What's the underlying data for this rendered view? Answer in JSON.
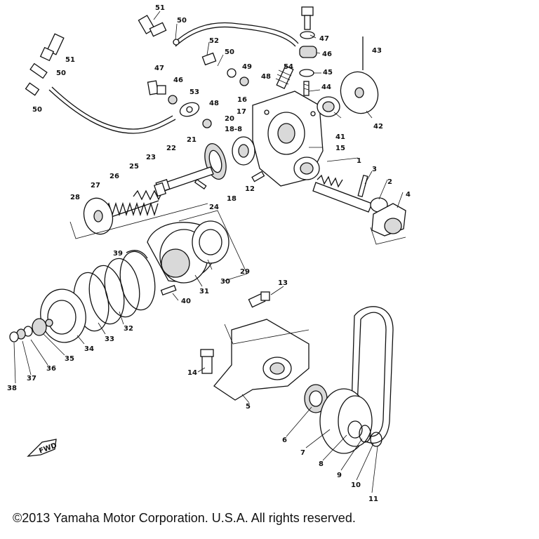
{
  "diagram": {
    "callouts": [
      {
        "id": "51a",
        "text": "51"
      },
      {
        "id": "50a",
        "text": "50"
      },
      {
        "id": "52",
        "text": "52"
      },
      {
        "id": "50b",
        "text": "50"
      },
      {
        "id": "47a",
        "text": "47"
      },
      {
        "id": "46a",
        "text": "46"
      },
      {
        "id": "43",
        "text": "43"
      },
      {
        "id": "51b",
        "text": "51"
      },
      {
        "id": "50c",
        "text": "50"
      },
      {
        "id": "50d",
        "text": "50"
      },
      {
        "id": "49",
        "text": "49"
      },
      {
        "id": "48a",
        "text": "48"
      },
      {
        "id": "54",
        "text": "54"
      },
      {
        "id": "45",
        "text": "45"
      },
      {
        "id": "44",
        "text": "44"
      },
      {
        "id": "47b",
        "text": "47"
      },
      {
        "id": "46b",
        "text": "46"
      },
      {
        "id": "53",
        "text": "53"
      },
      {
        "id": "48b",
        "text": "48"
      },
      {
        "id": "16",
        "text": "16"
      },
      {
        "id": "17",
        "text": "17"
      },
      {
        "id": "20",
        "text": "20"
      },
      {
        "id": "18-19",
        "text": "18-8"
      },
      {
        "id": "41",
        "text": "41"
      },
      {
        "id": "42",
        "text": "42"
      },
      {
        "id": "15",
        "text": "15"
      },
      {
        "id": "21",
        "text": "21"
      },
      {
        "id": "22",
        "text": "22"
      },
      {
        "id": "1",
        "text": "1"
      },
      {
        "id": "23",
        "text": "23"
      },
      {
        "id": "3",
        "text": "3"
      },
      {
        "id": "25",
        "text": "25"
      },
      {
        "id": "2",
        "text": "2"
      },
      {
        "id": "26",
        "text": "26"
      },
      {
        "id": "12",
        "text": "12"
      },
      {
        "id": "18",
        "text": "18"
      },
      {
        "id": "4",
        "text": "4"
      },
      {
        "id": "27",
        "text": "27"
      },
      {
        "id": "28",
        "text": "28"
      },
      {
        "id": "24",
        "text": "24"
      },
      {
        "id": "39",
        "text": "39"
      },
      {
        "id": "29",
        "text": "29"
      },
      {
        "id": "30",
        "text": "30"
      },
      {
        "id": "31",
        "text": "31"
      },
      {
        "id": "13",
        "text": "13"
      },
      {
        "id": "40",
        "text": "40"
      },
      {
        "id": "32",
        "text": "32"
      },
      {
        "id": "33",
        "text": "33"
      },
      {
        "id": "34",
        "text": "34"
      },
      {
        "id": "35",
        "text": "35"
      },
      {
        "id": "36",
        "text": "36"
      },
      {
        "id": "37",
        "text": "37"
      },
      {
        "id": "38",
        "text": "38"
      },
      {
        "id": "14",
        "text": "14"
      },
      {
        "id": "5",
        "text": "5"
      },
      {
        "id": "6",
        "text": "6"
      },
      {
        "id": "7",
        "text": "7"
      },
      {
        "id": "8",
        "text": "8"
      },
      {
        "id": "9",
        "text": "9"
      },
      {
        "id": "10",
        "text": "10"
      },
      {
        "id": "11",
        "text": "11"
      }
    ],
    "front_arrow_label": "FWD"
  },
  "footer": {
    "copyright": "©2013 Yamaha Motor Corporation. U.S.A. All rights reserved."
  }
}
